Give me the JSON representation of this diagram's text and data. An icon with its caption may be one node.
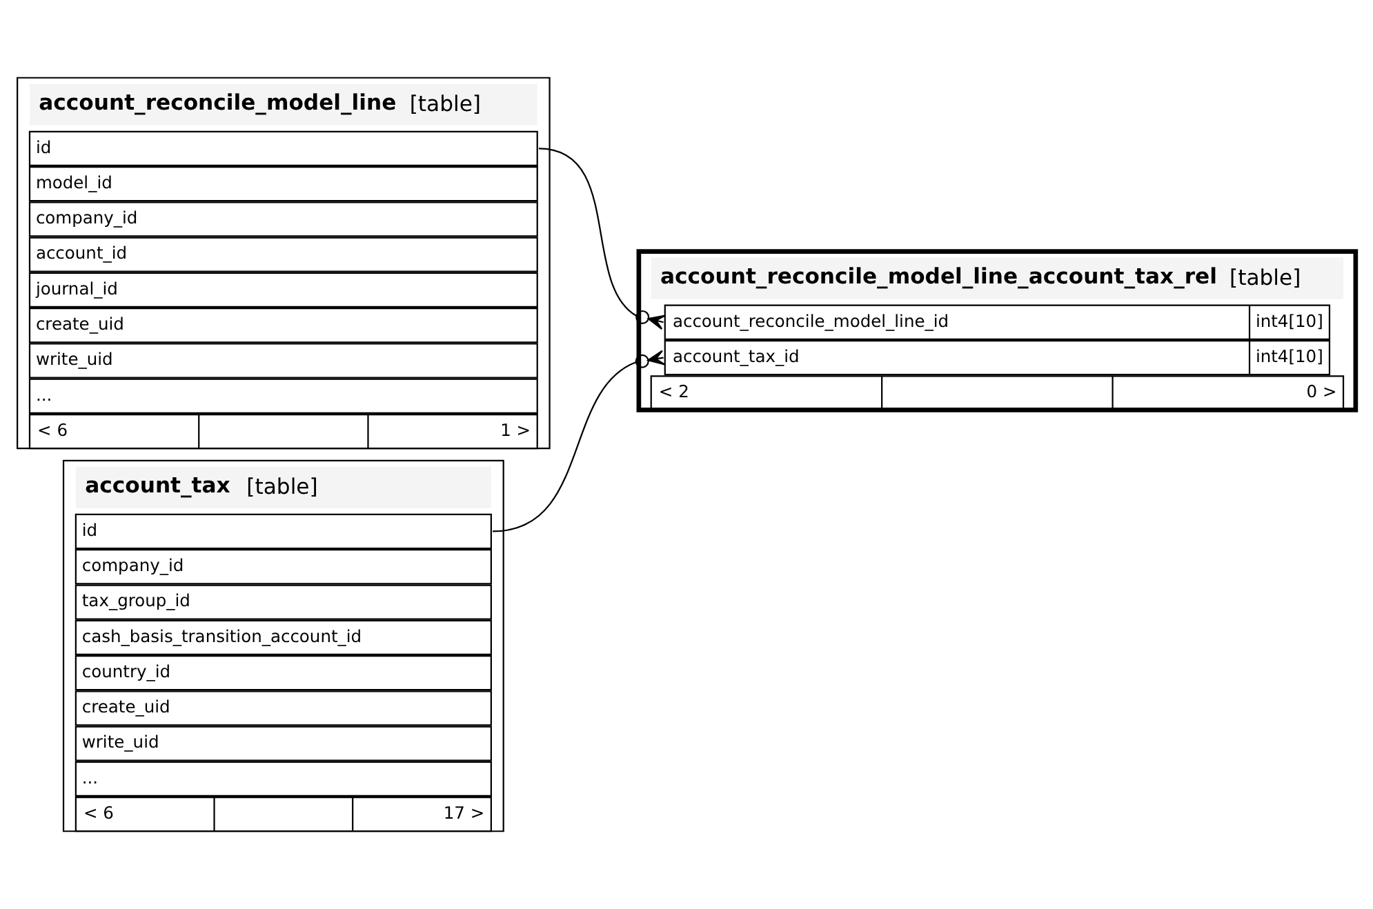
{
  "diagram": {
    "nodes": [
      {
        "text": [
          "account_reconcile_model_line",
          "[table]"
        ]
      },
      {
        "text": [
          "id"
        ],
        "in": 0
      },
      {
        "text": [
          "model_id"
        ],
        "in": 0
      },
      {
        "text": [
          "company_id"
        ],
        "in": 0
      },
      {
        "text": [
          "account_id"
        ],
        "in": 0
      },
      {
        "text": [
          "journal_id"
        ],
        "in": 0
      },
      {
        "text": [
          "create_uid"
        ],
        "in": 0
      },
      {
        "text": [
          "write_uid"
        ],
        "in": 0
      },
      {
        "text": [
          "..."
        ],
        "in": 0
      },
      {
        "text": [
          "< 6",
          "1 >"
        ],
        "in": 0
      },
      {
        "text": [
          "account_tax",
          "[table]"
        ]
      },
      {
        "text": [
          "id"
        ],
        "in": 10
      },
      {
        "text": [
          "company_id"
        ],
        "in": 10
      },
      {
        "text": [
          "tax_group_id"
        ],
        "in": 10
      },
      {
        "text": [
          "cash_basis_transition_account_id"
        ],
        "in": 10
      },
      {
        "text": [
          "country_id"
        ],
        "in": 10
      },
      {
        "text": [
          "create_uid"
        ],
        "in": 10
      },
      {
        "text": [
          "write_uid"
        ],
        "in": 10
      },
      {
        "text": [
          "..."
        ],
        "in": 10
      },
      {
        "text": [
          "< 6",
          "17 >"
        ],
        "in": 10
      },
      {
        "text": [
          "account_reconcile_model_line_account_tax_rel",
          "[table]"
        ]
      },
      {
        "text": [
          "account_reconcile_model_line_id",
          "int4[10]"
        ],
        "in": 20
      },
      {
        "text": [
          "account_tax_id",
          "int4[10]"
        ],
        "in": 20
      },
      {
        "text": [
          "< 2",
          "0 >"
        ],
        "in": 20
      }
    ],
    "edges": [
      {
        "from": 1,
        "to": 21,
        "arrow": "other"
      },
      {
        "from": 11,
        "to": 22,
        "arrow": "other"
      }
    ]
  }
}
